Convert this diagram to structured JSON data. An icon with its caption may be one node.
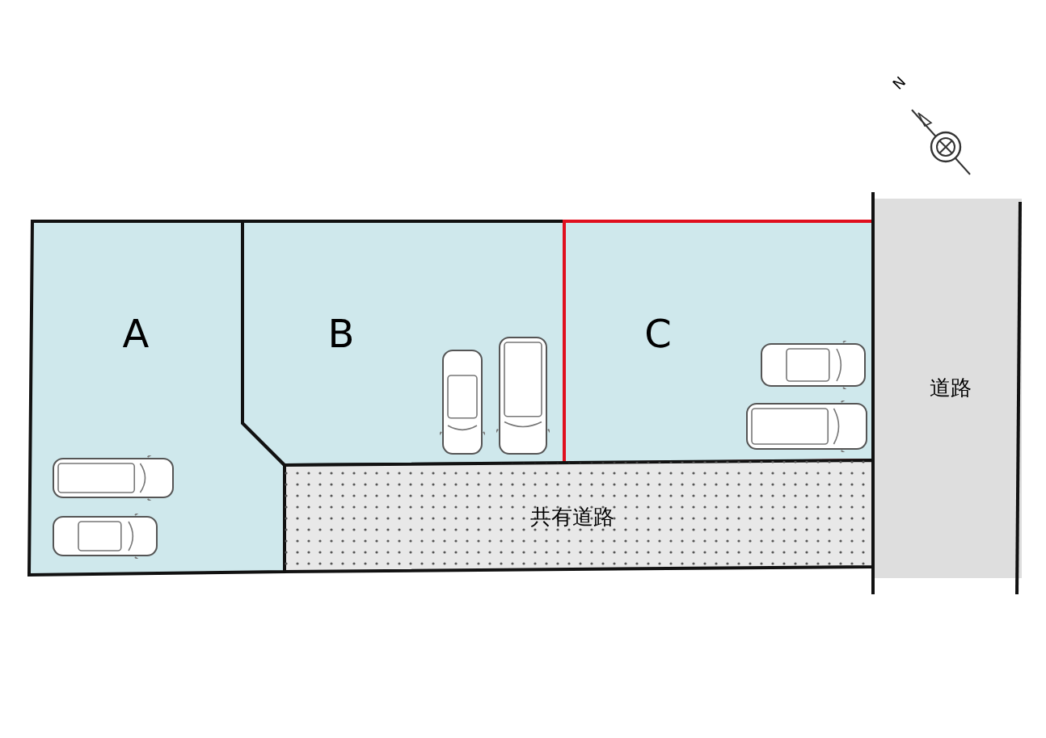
{
  "diagram": {
    "nodes": [
      {
        "text": [
          "A"
        ]
      },
      {
        "text": [
          "B"
        ]
      },
      {
        "text": [
          "C"
        ]
      },
      {
        "text": [
          "共有道路"
        ]
      },
      {
        "text": [
          "道路"
        ]
      }
    ],
    "labels": [
      "N"
    ]
  }
}
